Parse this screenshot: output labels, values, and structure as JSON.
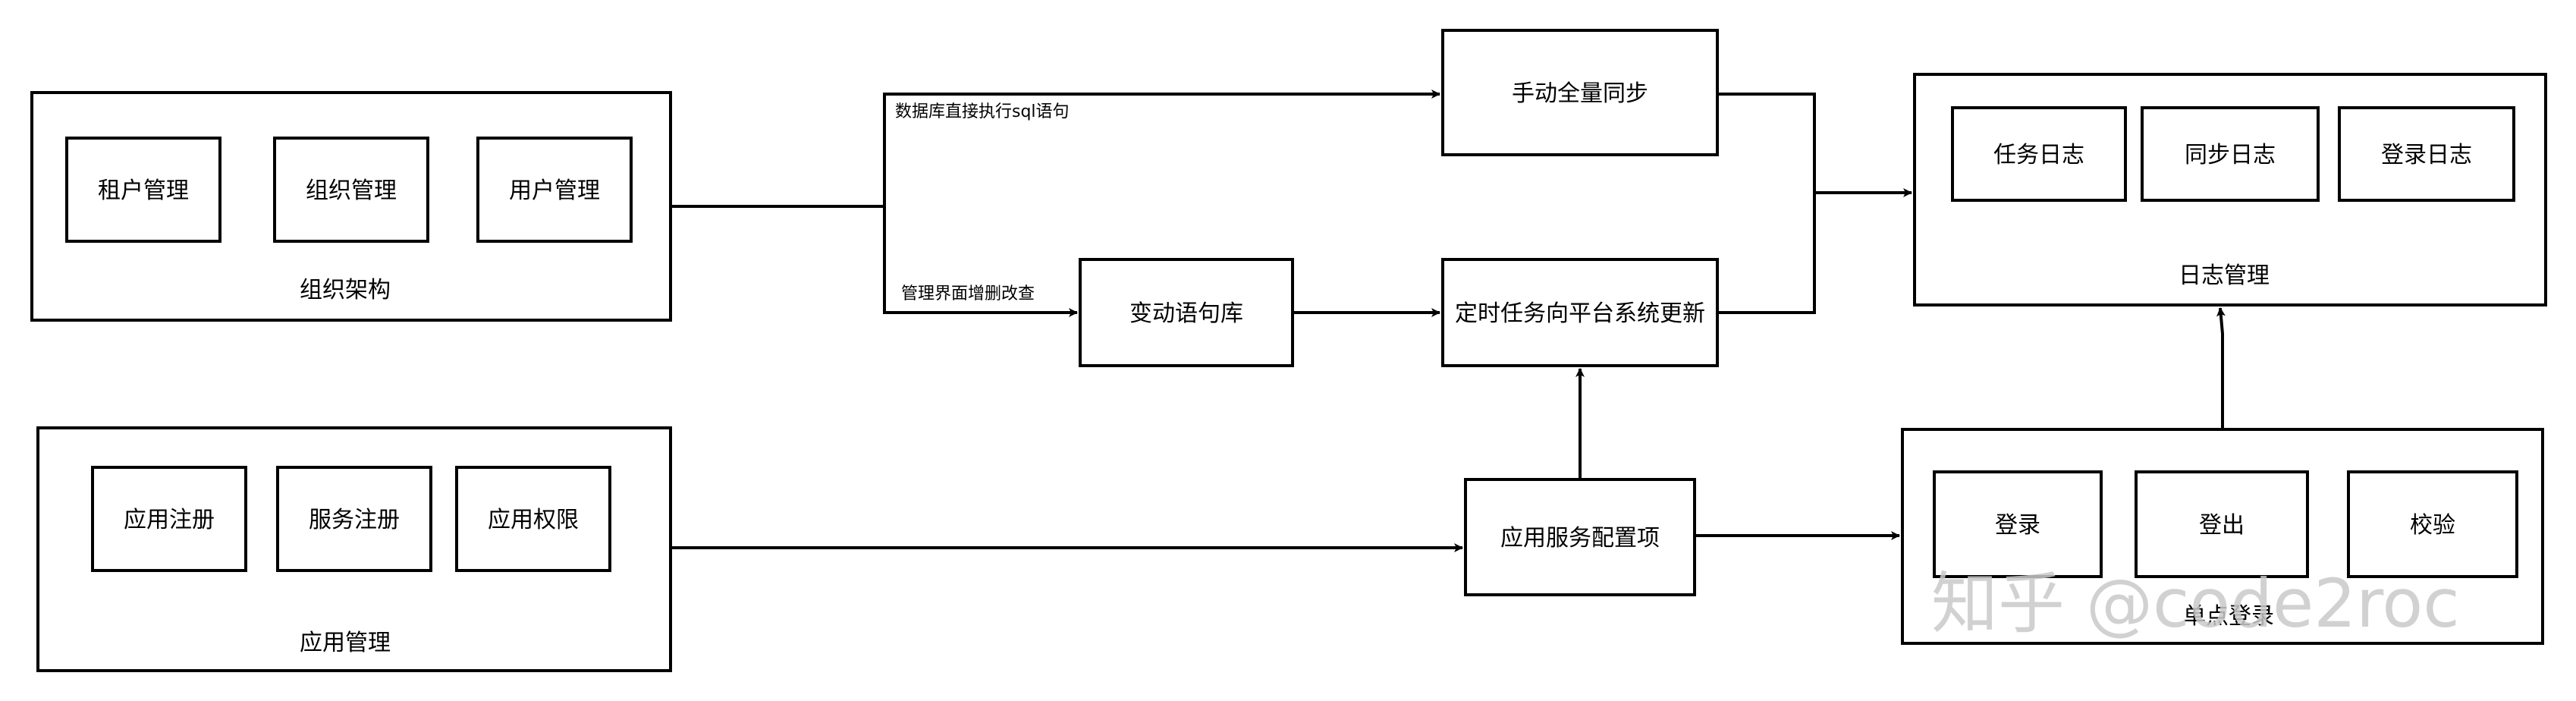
{
  "diagram": {
    "groups": {
      "org": "组织架构",
      "app_mgmt": "应用管理",
      "log_mgmt": "日志管理",
      "sso": "单点登录"
    },
    "nodes": {
      "tenant": "租户管理",
      "org_unit": "组织管理",
      "user": "用户管理",
      "app_register": "应用注册",
      "service_register": "服务注册",
      "app_permission": "应用权限",
      "manual_sync": "手动全量同步",
      "change_stmt_lib": "变动语句库",
      "scheduled_update": "定时任务向平台系统更新",
      "app_service_config": "应用服务配置项",
      "task_log": "任务日志",
      "sync_log": "同步日志",
      "login_log": "登录日志",
      "login": "登录",
      "logout": "登出",
      "verify": "校验"
    },
    "edge_labels": {
      "db_sql": "数据库直接执行sql语句",
      "ui_crud": "管理界面增删改查"
    }
  },
  "watermark": "知乎 @code2roc",
  "colors": {
    "stroke": "#000000",
    "background": "#ffffff",
    "watermark": "#c9c9c9"
  }
}
